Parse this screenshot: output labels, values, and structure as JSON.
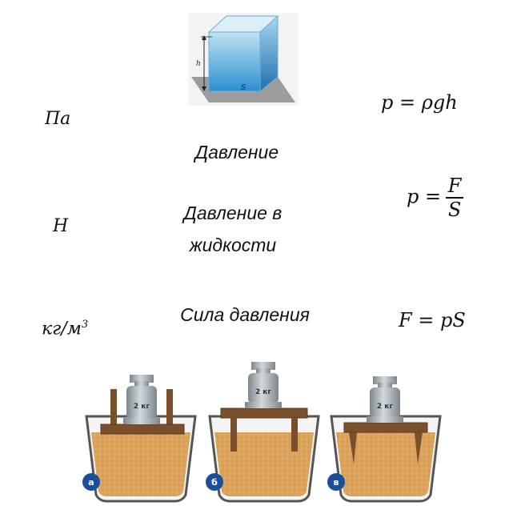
{
  "units": {
    "pascal": "Па",
    "newton": "Н",
    "density_base": "кг/м",
    "density_exp": "3"
  },
  "terms": {
    "pressure": "Давление",
    "liquid_pressure_1": "Давление в",
    "liquid_pressure_2": "жидкости",
    "pressure_force": "Сила давления"
  },
  "formulas": {
    "f1_lhs": "p = ρgh",
    "f2_lhs": "p =",
    "f2_num": "F",
    "f2_den": "S",
    "f3": "F = pS"
  },
  "container_figure": {
    "height_label": "h",
    "area_label": "S"
  },
  "weights_figure": {
    "weight_label": "2 кг",
    "panels": [
      "а",
      "б",
      "в"
    ],
    "colors": {
      "sand": "#dba35c",
      "wood": "#7a4f2c",
      "badge": "#1b4f9c",
      "metal": "#9aa2a8"
    }
  }
}
